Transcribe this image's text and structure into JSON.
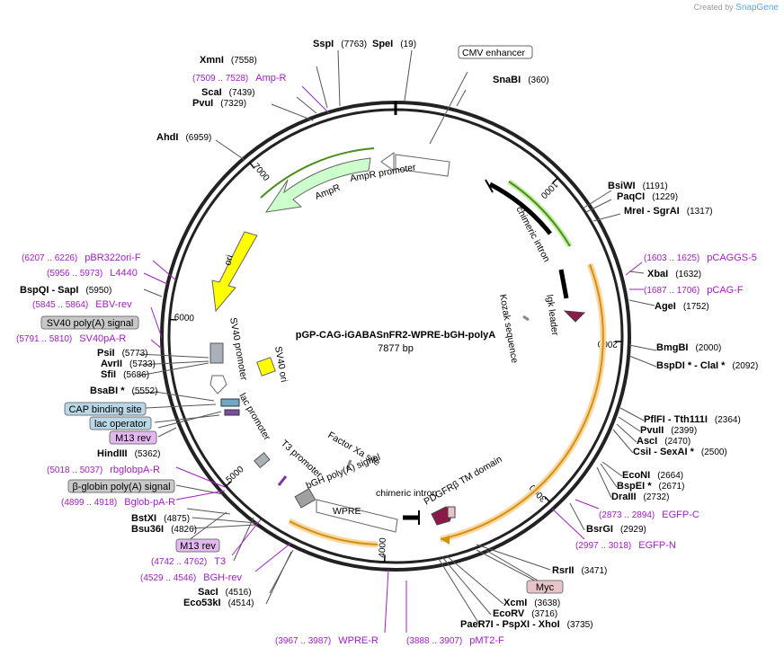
{
  "credit": {
    "prefix": "Created by",
    "brand": "SnapGene"
  },
  "plasmid": {
    "name": "pGP-CAG-iGABASnFR2-WPRE-bGH-polyA",
    "length_label": "7877 bp",
    "ticks": [
      {
        "pos": 1000,
        "label": "1000"
      },
      {
        "pos": 2000,
        "label": "2000"
      },
      {
        "pos": 3000,
        "label": "3000"
      },
      {
        "pos": 4000,
        "label": "4000"
      },
      {
        "pos": 5000,
        "label": "5000"
      },
      {
        "pos": 6000,
        "label": "6000"
      },
      {
        "pos": 7000,
        "label": "7000"
      }
    ]
  },
  "features": [
    {
      "name": "CMV enhancer",
      "label": "CMV enhancer",
      "color": "#ffffff",
      "kind": "box"
    },
    {
      "name": "chimeric intron",
      "label": "chimeric intron",
      "color": "#000000",
      "kind": "bar"
    },
    {
      "name": "Igk leader",
      "label": "Igk leader",
      "color": "#8b1a4a",
      "kind": "arrow"
    },
    {
      "name": "Kozak sequence",
      "label": "Kozak sequence",
      "color": "#808080",
      "kind": "mark"
    },
    {
      "name": "Factor Xa site",
      "label": "Factor Xa site",
      "color": "#808080",
      "kind": "mark"
    },
    {
      "name": "PDGFRb TM domain",
      "label": "PDGFRβ TM domain",
      "color": "#8b1a4a",
      "kind": "arrow"
    },
    {
      "name": "chimeric intron 2",
      "label": "chimeric intron",
      "color": "#000000",
      "kind": "bar"
    },
    {
      "name": "WPRE",
      "label": "WPRE",
      "color": "#ffffff",
      "kind": "box"
    },
    {
      "name": "bGH polyA",
      "label": "bGH poly(A) signal",
      "color": "#a0a0a0",
      "kind": "box"
    },
    {
      "name": "T3 promoter",
      "label": "T3 promoter",
      "color": "#ffffff",
      "kind": "mark"
    },
    {
      "name": "lac promoter",
      "label": "lac promoter",
      "color": "#ffffff",
      "kind": "arrow"
    },
    {
      "name": "SV40 promoter",
      "label": "SV40 promoter",
      "color": "#ffffff",
      "kind": "arrow"
    },
    {
      "name": "SV40 ori",
      "label": "SV40 ori",
      "color": "#ffff00",
      "kind": "box"
    },
    {
      "name": "ori",
      "label": "ori",
      "color": "#ffff00",
      "kind": "arrow"
    },
    {
      "name": "AmpR",
      "label": "AmpR",
      "color": "#ccffcc",
      "kind": "arrow"
    },
    {
      "name": "AmpR promoter",
      "label": "AmpR promoter",
      "color": "#ffffff",
      "kind": "arrow"
    }
  ],
  "sites": [
    {
      "name": "SpeI",
      "pos": "(19)"
    },
    {
      "name": "SnaBI",
      "pos": "(360)"
    },
    {
      "name": "BsiWI",
      "pos": "(1191)"
    },
    {
      "name": "PaqCI",
      "pos": "(1229)"
    },
    {
      "name": "MreI - SgrAI",
      "pos": "(1317)"
    },
    {
      "name": "XbaI",
      "pos": "(1632)"
    },
    {
      "name": "AgeI",
      "pos": "(1752)"
    },
    {
      "name": "BmgBI",
      "pos": "(2000)"
    },
    {
      "name": "BspDI * - ClaI *",
      "pos": "(2092)"
    },
    {
      "name": "PflFI - Tth111I",
      "pos": "(2364)"
    },
    {
      "name": "PvuII",
      "pos": "(2399)"
    },
    {
      "name": "AscI",
      "pos": "(2470)"
    },
    {
      "name": "CsiI - SexAI *",
      "pos": "(2500)"
    },
    {
      "name": "EcoNI",
      "pos": "(2664)"
    },
    {
      "name": "BspEI *",
      "pos": "(2671)"
    },
    {
      "name": "DraIII",
      "pos": "(2732)"
    },
    {
      "name": "BsrGI",
      "pos": "(2929)"
    },
    {
      "name": "RsrII",
      "pos": "(3471)"
    },
    {
      "name": "XcmI",
      "pos": "(3638)"
    },
    {
      "name": "EcoRV",
      "pos": "(3716)"
    },
    {
      "name": "PaeR7I - PspXI - XhoI",
      "pos": "(3735)"
    },
    {
      "name": "SacI",
      "pos": "(4516)"
    },
    {
      "name": "Eco53kI",
      "pos": "(4514)"
    },
    {
      "name": "BstXI",
      "pos": "(4875)"
    },
    {
      "name": "Bsu36I",
      "pos": "(4826)"
    },
    {
      "name": "HindIII",
      "pos": "(5362)"
    },
    {
      "name": "BsaBI *",
      "pos": "(5552)"
    },
    {
      "name": "SfiI",
      "pos": "(5686)"
    },
    {
      "name": "AvrII",
      "pos": "(5733)"
    },
    {
      "name": "PsiI",
      "pos": "(5773)"
    },
    {
      "name": "BspQI - SapI",
      "pos": "(5950)"
    },
    {
      "name": "AhdI",
      "pos": "(6959)"
    },
    {
      "name": "PvuI",
      "pos": "(7329)"
    },
    {
      "name": "ScaI",
      "pos": "(7439)"
    },
    {
      "name": "XmnI",
      "pos": "(7558)"
    },
    {
      "name": "SspI",
      "pos": "(7763)"
    }
  ],
  "primers": [
    {
      "name": "Amp-R",
      "range": "(7509 .. 7528)"
    },
    {
      "name": "pCAGGS-5",
      "range": "(1603 .. 1625)"
    },
    {
      "name": "pCAG-F",
      "range": "(1687 .. 1706)"
    },
    {
      "name": "EGFP-C",
      "range": "(2873 .. 2894)"
    },
    {
      "name": "EGFP-N",
      "range": "(2997 .. 3018)"
    },
    {
      "name": "pMT2-F",
      "range": "(3888 .. 3907)"
    },
    {
      "name": "WPRE-R",
      "range": "(3967 .. 3987)"
    },
    {
      "name": "BGH-rev",
      "range": "(4529 .. 4546)"
    },
    {
      "name": "T3",
      "range": "(4742 .. 4762)"
    },
    {
      "name": "Bglob-pA-R",
      "range": "(4899 .. 4918)"
    },
    {
      "name": "rbglobpA-R",
      "range": "(5018 .. 5037)"
    },
    {
      "name": "SV40pA-R",
      "range": "(5791 .. 5810)"
    },
    {
      "name": "EBV-rev",
      "range": "(5845 .. 5864)"
    },
    {
      "name": "L4440",
      "range": "(5956 .. 5973)"
    },
    {
      "name": "pBR322ori-F",
      "range": "(6207 .. 6226)"
    }
  ],
  "boxed_labels": [
    {
      "name": "Myc",
      "label": "Myc",
      "color": "#e8c4c8"
    },
    {
      "name": "M13 rev",
      "label": "M13 rev",
      "color": "#e3b8f0"
    },
    {
      "name": "beta-globin polyA",
      "label": "β-globin poly(A) signal",
      "color": "#c8c8c8"
    },
    {
      "name": "M13 rev 2",
      "label": "M13 rev",
      "color": "#e3b8f0"
    },
    {
      "name": "lac operator",
      "label": "lac operator",
      "color": "#b8d8e8"
    },
    {
      "name": "CAP binding site",
      "label": "CAP binding site",
      "color": "#b8d8e8"
    },
    {
      "name": "SV40 polyA",
      "label": "SV40 poly(A) signal",
      "color": "#c8c8c8"
    }
  ]
}
